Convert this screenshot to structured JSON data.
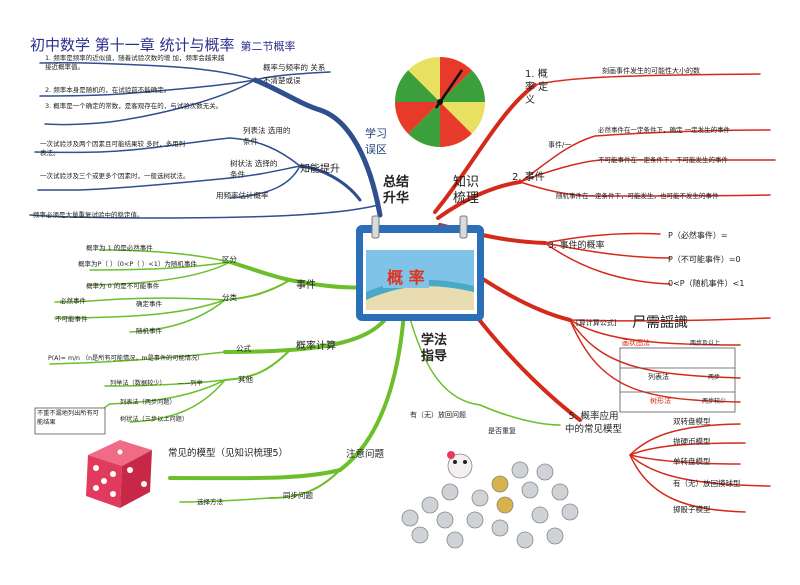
{
  "title": "初中数学  第十一章  统计与概率",
  "subtitle": "第二节概率",
  "center_label": "概   率",
  "colors": {
    "blue": "#2f4f8f",
    "red": "#d42a1a",
    "green": "#6cbf2a",
    "calendar": "#2a6fb8"
  },
  "hubs": {
    "review": "学习\n误区",
    "summary": "总结\n升华",
    "knowledge": "知识\n梳理",
    "method": "学法\n指导"
  },
  "blue_branch": {
    "items": [
      "1. 频率是频率的近似值，随着试验次数的增  加，频率会越来越接近概率值。",
      "2. 频率本身是随机的，在试验前不能确定。",
      "3. 概率是一个确定的常数，是客观存在的，与试验次数无关。",
      "概率与频率的  关系",
      "不清楚或误",
      "一次试验涉及两个因素且可能结果较  多时，多用列表法。",
      "一次试验涉及三个或更多个因素时，一般选树状法。",
      "频率必须是大量重复试验中的稳定值。"
    ],
    "sub": [
      "列表法  选用的条件",
      "树状法  选择的条件",
      "用频率估计概率"
    ],
    "middle": "知能提升"
  },
  "red_branch": {
    "n1": "1. 概率  定义",
    "n1_text": "刻画事件发生的可能性大小的数",
    "n2": "2. 事件",
    "n2_a": "事件/一",
    "n2_b": "必然事件在一定条件下，确定  一定发生的事件",
    "n2_c": "不可能事件在一定条件下，不可能发生的事件",
    "n2_d": "随机事件在一定条件下，可能发生，也可能不发生的事件",
    "n3": "3. 事件的概率",
    "n3_a": "P（必然事件）=",
    "n3_b": "P（不可能事件）=0",
    "n3_c": "0<P（随机事件）<1",
    "n4": "[算计算公式]",
    "n4_extra": "尸需謡識",
    "n4_a": "画状图法",
    "n4_a2": "两步及以上",
    "n4_b": "列表法",
    "n4_b2": "两步",
    "n4_c": "树形法",
    "n4_c2": "两步较少",
    "n5": "5. 概率应用\n中的常见模型",
    "n5_items": [
      "双转盘模型",
      "抛硬币模型",
      "单转盘模型",
      "有（无）放回摸球型",
      "掷骰子模型"
    ]
  },
  "green_branch": {
    "event": "事件",
    "calc": "概率计算",
    "attention": "注意问题",
    "models": "常见的模型（见知识梳理5）",
    "zone": "区分",
    "classify": "分类",
    "formula": "公式",
    "other": "其他",
    "z_items": [
      "概率为 1 的是必然事件",
      "概率为P（  ）（0<P（  ）<1）为随机事件",
      "概率为 0 的是不可能事件"
    ],
    "c_items": [
      "必然事件",
      "确定事件",
      "不可能事件",
      "随机事件"
    ],
    "formula_text": "P(A)= m/n  （n是所有可能情况，m是事件的可能情况）",
    "other_items": [
      "列举法（数据较少）",
      "——列举",
      "列表法（两步问题）",
      "树状法（三步以上问题）",
      "不重不漏地列出所有可能结果"
    ],
    "att_a": "有（无）放回问题",
    "att_b": "是否重复",
    "att_c": "同步问题",
    "att_d": "选择方法"
  }
}
